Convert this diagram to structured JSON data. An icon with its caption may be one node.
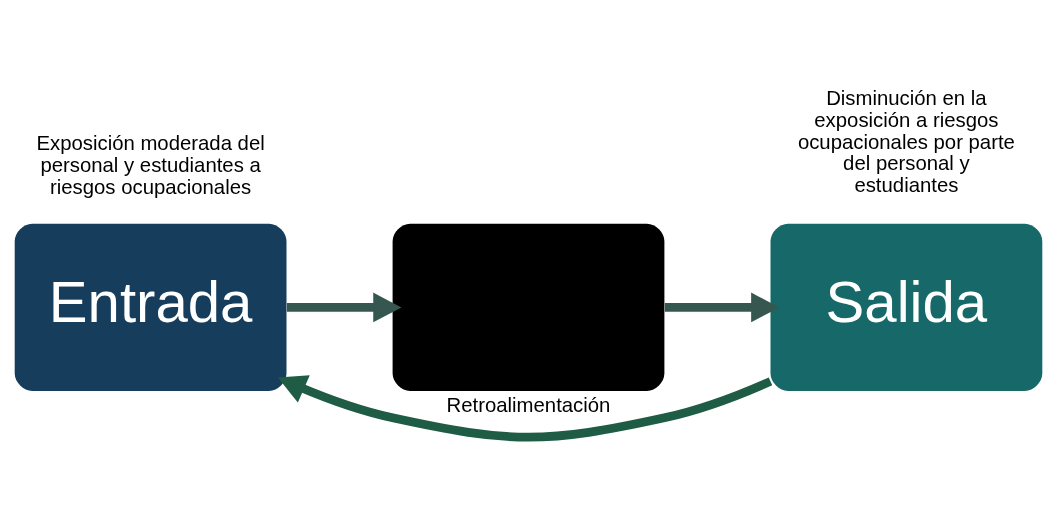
{
  "diagram": {
    "nodes": [
      {
        "text": [
          "Entrada"
        ],
        "beside": [
          "Exposición moderada del personal y estudiantes a riesgos ocupacionales"
        ]
      },
      {
        "text": [],
        "shape": "box"
      },
      {
        "text": [
          "Salida"
        ],
        "beside": [
          "Disminución en la exposición a riesgos ocupacionales por parte del personal y estudiantes"
        ]
      }
    ],
    "edges": [
      {
        "from": 0,
        "to": 1,
        "arrow": "to"
      },
      {
        "from": 1,
        "to": 2,
        "arrow": "to"
      },
      {
        "from": 2,
        "to": 0,
        "arrow": "to",
        "label": "Retroalimentación",
        "color": "#1f5c45"
      }
    ]
  }
}
